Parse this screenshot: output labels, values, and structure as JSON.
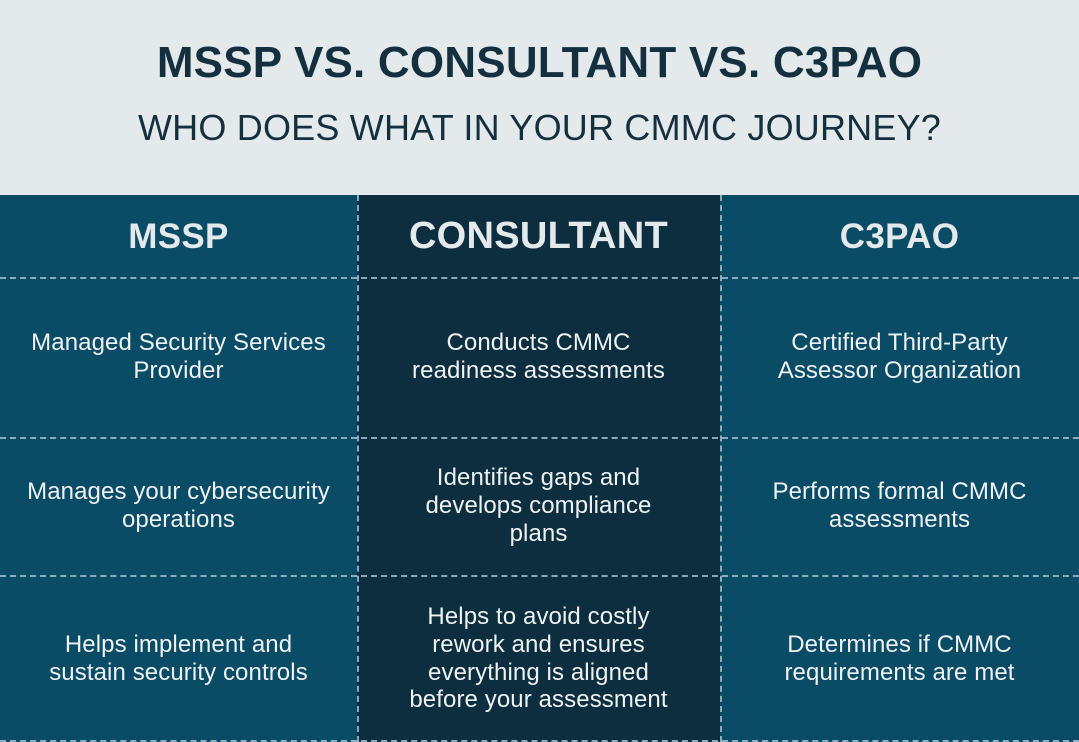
{
  "header": {
    "title": "MSSP VS. CONSULTANT VS. C3PAO",
    "subtitle": "WHO DOES WHAT IN YOUR CMMC JOURNEY?"
  },
  "colors": {
    "header_background": "#e4e9ec",
    "header_text": "#14303f",
    "column_side": "#0a4b66",
    "column_middle": "#0c2e3e",
    "cell_text": "#eef2f4",
    "divider": "#9fc0cf"
  },
  "table": {
    "columns": [
      {
        "id": "mssp",
        "label": "MSSP",
        "emphasis": "side"
      },
      {
        "id": "consultant",
        "label": "CONSULTANT",
        "emphasis": "middle"
      },
      {
        "id": "c3pao",
        "label": "C3PAO",
        "emphasis": "side"
      }
    ],
    "rows": [
      {
        "mssp": "Managed Security Services Provider",
        "consultant": "Conducts CMMC readiness assessments",
        "c3pao": "Certified Third-Party Assessor Organization"
      },
      {
        "mssp": "Manages your cybersecurity operations",
        "consultant": "Identifies gaps and develops compliance plans",
        "c3pao": "Performs formal CMMC assessments"
      },
      {
        "mssp": "Helps implement and sustain security controls",
        "consultant": "Helps to avoid costly rework and ensures everything is aligned before your assessment",
        "c3pao": "Determines if CMMC requirements are met"
      }
    ]
  }
}
